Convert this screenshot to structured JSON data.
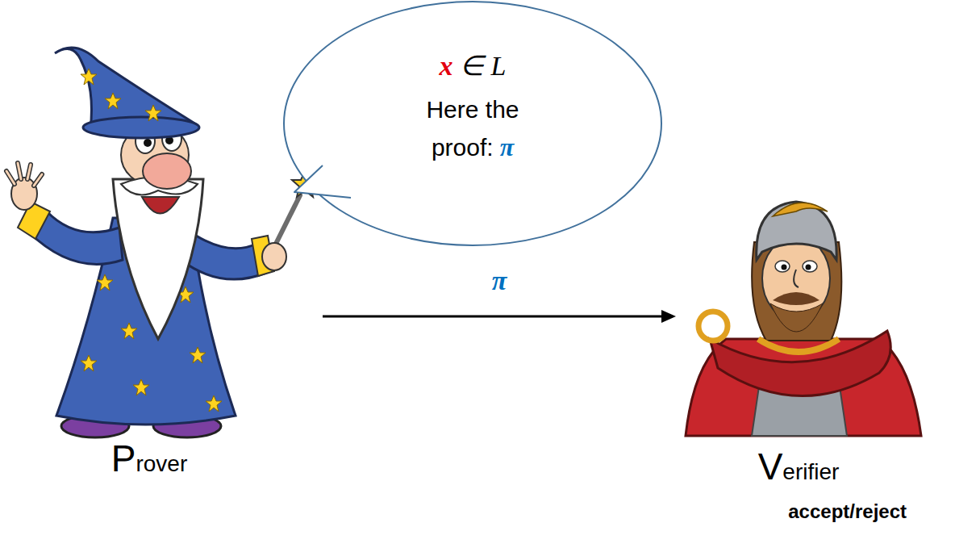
{
  "diagram": {
    "nodes": [
      {
        "text": [
          "x ∈ L",
          "Here the proof:",
          "π"
        ]
      },
      {
        "text": [
          "Prover"
        ]
      },
      {
        "text": [
          "Verifier",
          "accept/reject"
        ]
      }
    ],
    "edges": [
      {
        "from": 1,
        "to": 2,
        "arrow": "to",
        "label": "π"
      }
    ]
  }
}
